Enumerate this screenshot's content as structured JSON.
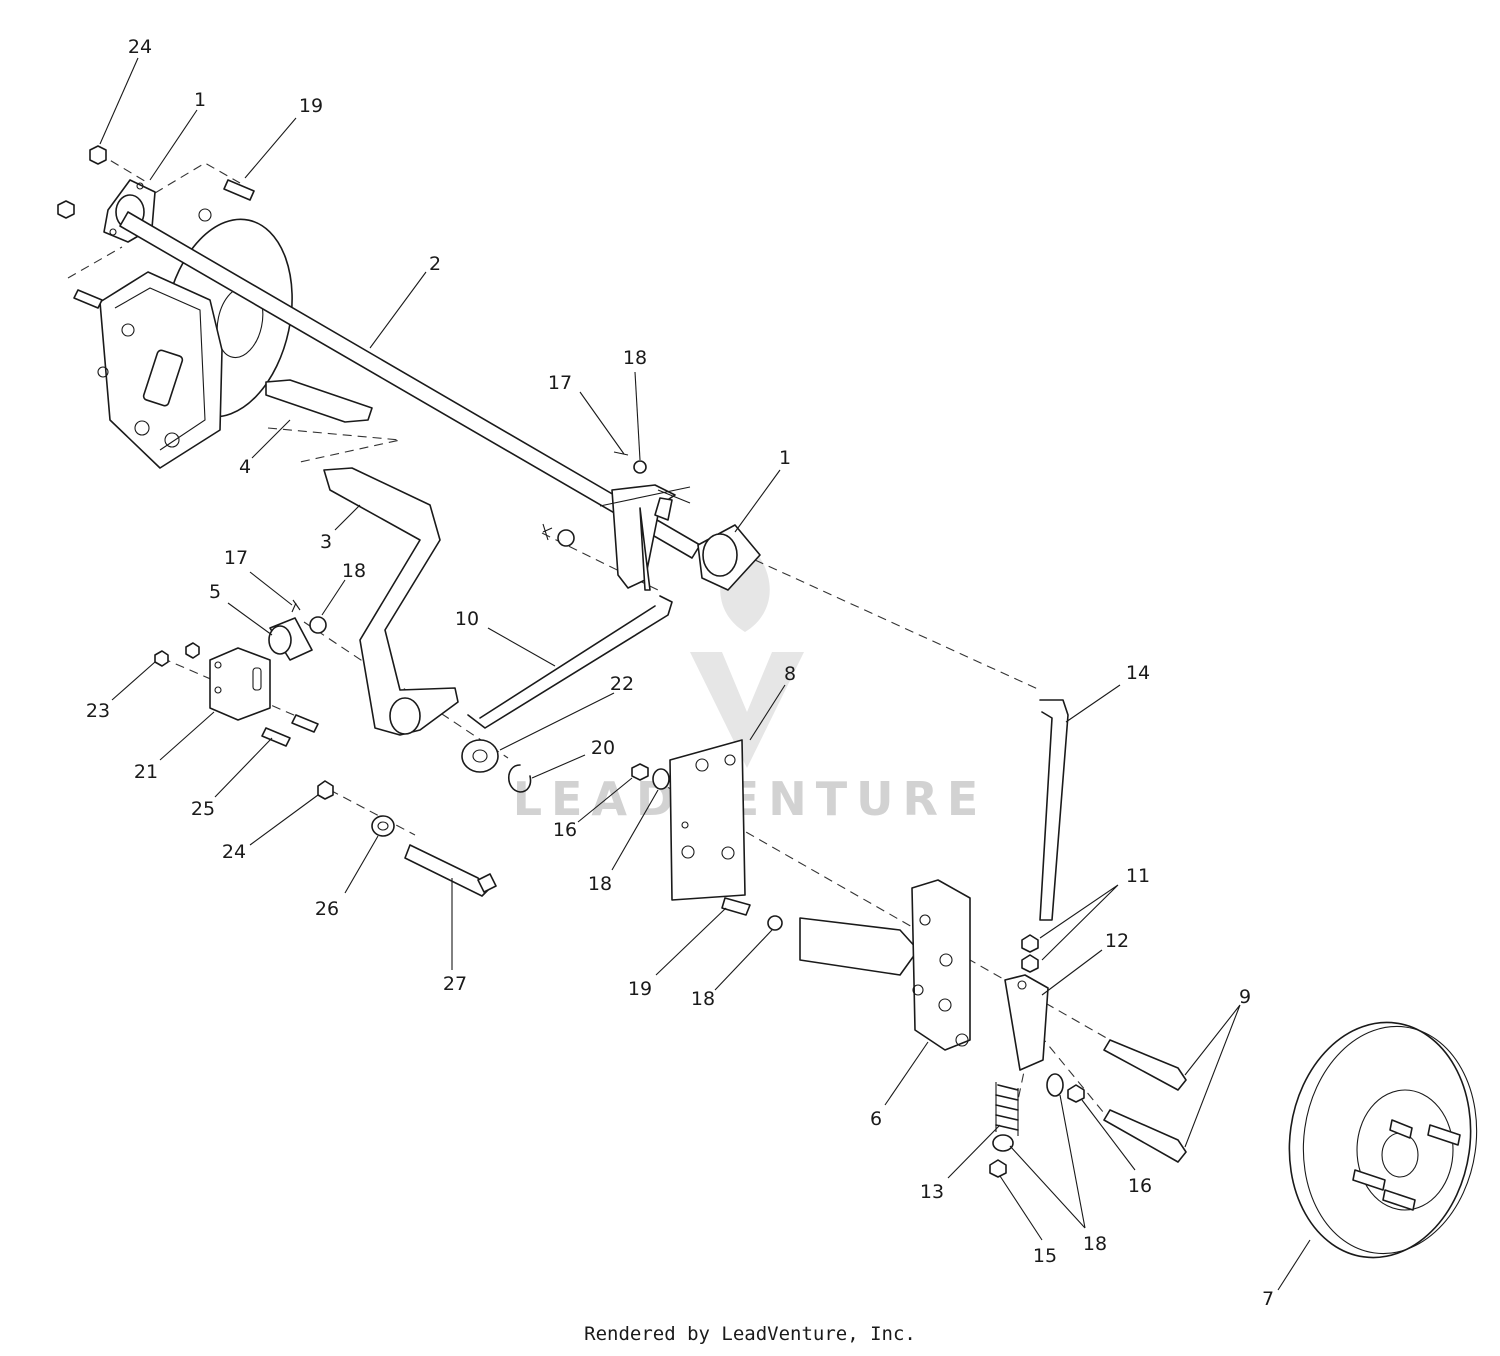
{
  "watermark": {
    "text": "LEADVENTURE"
  },
  "footer": {
    "credit": "Rendered by LeadVenture, Inc."
  },
  "callouts": [
    "24",
    "1",
    "19",
    "2",
    "18",
    "17",
    "1",
    "4",
    "3",
    "17",
    "18",
    "5",
    "10",
    "22",
    "8",
    "14",
    "23",
    "21",
    "25",
    "20",
    "16",
    "18",
    "24",
    "26",
    "27",
    "11",
    "12",
    "19",
    "18",
    "9",
    "6",
    "16",
    "13",
    "18",
    "15",
    "7"
  ]
}
